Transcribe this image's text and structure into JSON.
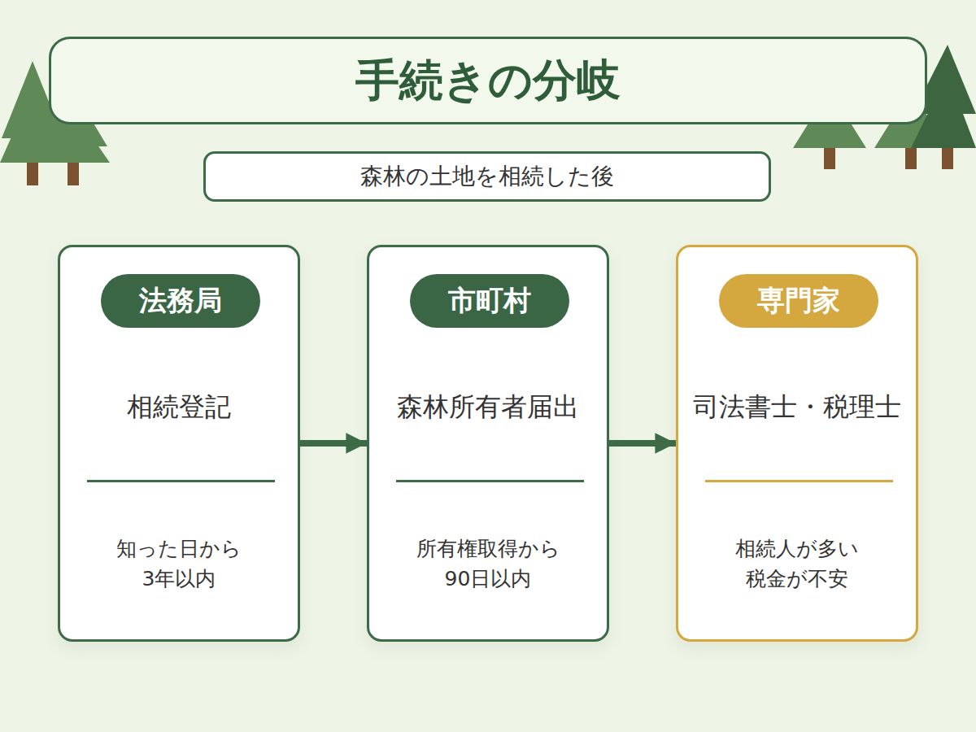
{
  "diagram": {
    "title": "手続きの分岐",
    "nodes": [
      {
        "text": [
          "森林の土地を相続した後"
        ]
      },
      {
        "text": [
          "相続登記",
          "知った日から 3年以内"
        ]
      },
      {
        "text": [
          "法務局"
        ],
        "in": 1
      },
      {
        "text": [
          "森林所有者届出",
          "所有権取得から 90日以内"
        ]
      },
      {
        "text": [
          "市町村"
        ],
        "in": 3
      },
      {
        "text": [
          "司法書士・税理士",
          "相続人が多い 税金が不安"
        ]
      },
      {
        "text": [
          "専門家"
        ],
        "in": 5
      }
    ],
    "edges": [
      {
        "from": 1,
        "to": 3,
        "arrow": "to"
      },
      {
        "from": 3,
        "to": 5,
        "arrow": "to"
      }
    ]
  }
}
